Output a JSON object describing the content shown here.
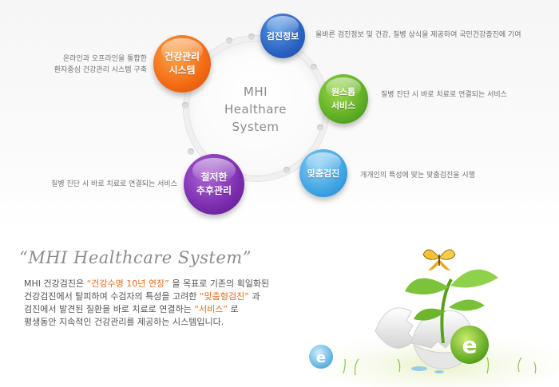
{
  "center": {
    "line1": "MHI",
    "line2": "Healthare",
    "line3": "System"
  },
  "nodes": {
    "health_management": {
      "line1": "건강관리",
      "line2": "시스템",
      "color": "#f26a12"
    },
    "health_checkup_info": {
      "label": "검진정보",
      "color": "#2a62c2"
    },
    "one_stop": {
      "line1": "원스톱",
      "line2": "서비스",
      "color": "#5fae24"
    },
    "custom_checkup": {
      "label": "맞춤검진",
      "color": "#3ea4e2"
    },
    "thorough_followup": {
      "line1": "철저한",
      "line2": "추후관리",
      "color": "#7a2cae"
    }
  },
  "descriptions": {
    "health_management": {
      "line1": "온라인과 오프라인을 통합한",
      "line2": "환자중심 건강관리 시스템 구축"
    },
    "health_checkup_info": "올바른 검진정보 및 건강, 질병 상식을 제공하여 국민건강증진에 기여",
    "one_stop": "질병 진단 시 바로 치료로 연결되는 서비스",
    "custom_checkup": "개개인의 특성에 맞는 맞춤검진을 시행",
    "thorough_followup": "질병 진단 시 바로 치료로 연결되는 서비스"
  },
  "intro": {
    "heading": "“MHI Healthcare System”",
    "p1_a": "MHI 건강검진은 ",
    "p1_hl": "“건강수명 10년 연장”",
    "p1_b": " 을 목표로 기존의 획일화된",
    "p2_a": "건강검진에서 탈피하여 수검자의 특성을 고려한 ",
    "p2_hl": "“맞춤형검진”",
    "p2_b": " 과",
    "p3_a": "검진에서 발견된 질환을 바로 치료로 연결하는 ",
    "p3_hl": "“서비스”",
    "p3_b": " 로",
    "p4": "평생동안 지속적인 건강관리를 제공하는 시스템입니다."
  },
  "colors": {
    "accent": "#e66c1c",
    "heading": "#8c8c8c",
    "body_text": "#555555"
  },
  "illustration": {
    "icons": [
      "cracked-eggshell-icon",
      "green-sprout-icon",
      "butterfly-icon",
      "green-letter-e-icon",
      "blue-letter-e-icon"
    ]
  }
}
